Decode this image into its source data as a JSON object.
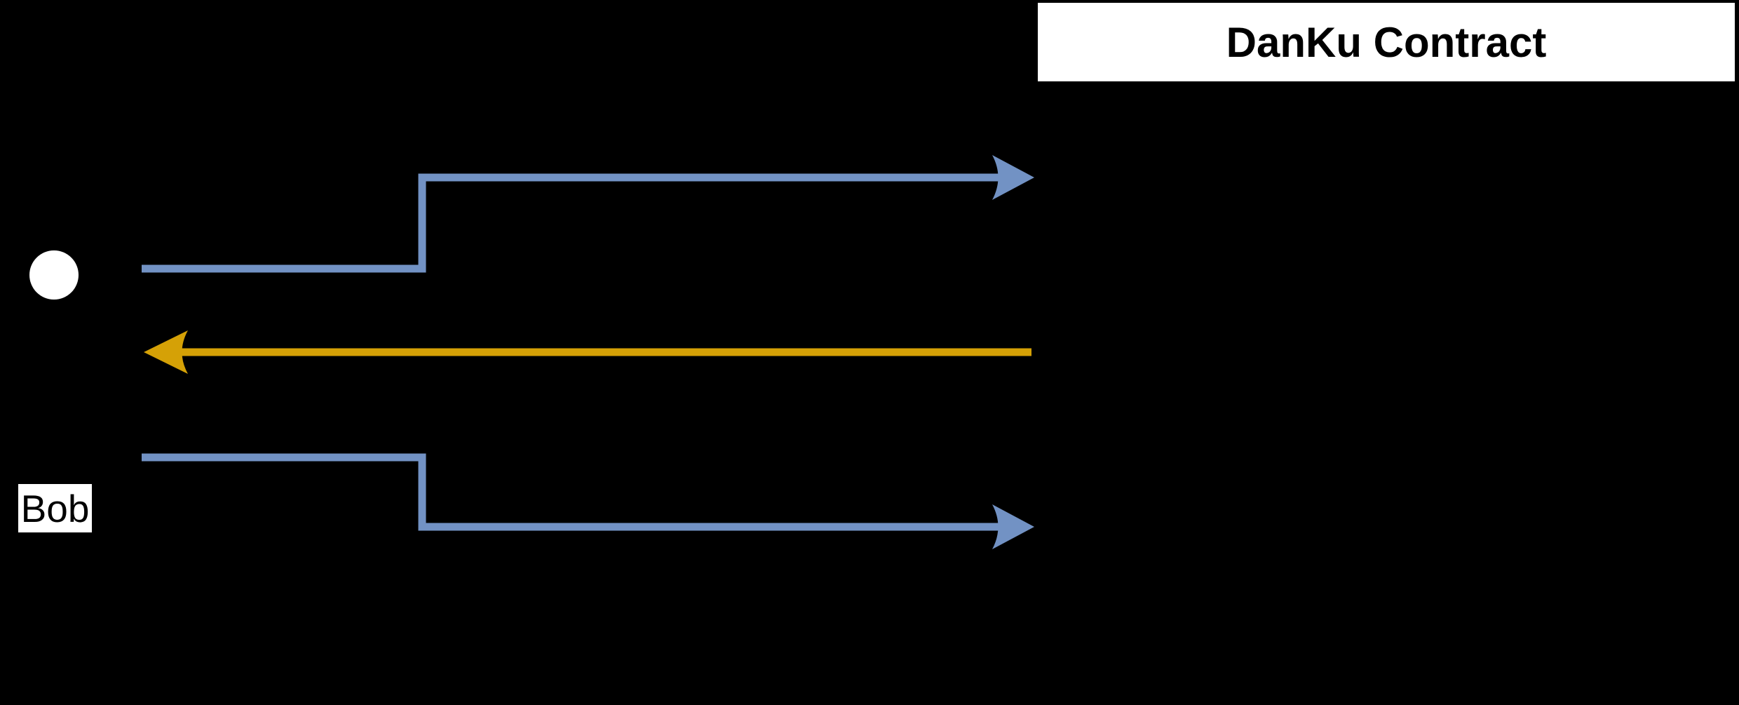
{
  "diagram": {
    "contract": {
      "label": "DanKu Contract"
    },
    "actor": {
      "label": "Bob"
    },
    "arrows": [
      {
        "name": "blue-arrow-upper",
        "direction": "right",
        "color": "#7292C4"
      },
      {
        "name": "orange-arrow",
        "direction": "left",
        "color": "#D5A106"
      },
      {
        "name": "blue-arrow-lower",
        "direction": "right",
        "color": "#7292C4"
      }
    ],
    "colors": {
      "background": "#000000",
      "node_fill": "#FFFFFF",
      "node_text": "#000000",
      "blue": "#7292C4",
      "orange": "#D5A106"
    }
  }
}
